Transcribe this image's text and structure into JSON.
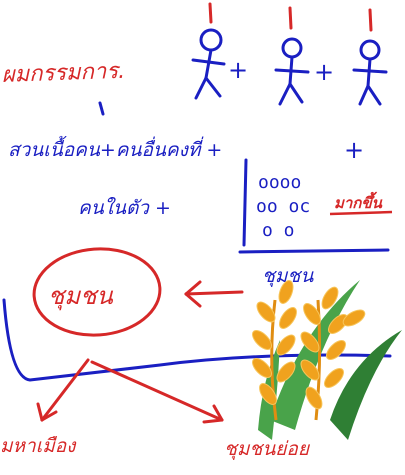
{
  "handwriting": {
    "red_top_left": "ผมกรรมการ.",
    "blue_line_middle": "สวนเนื้อคน+คนอื่นคงที่ +",
    "blue_label_left": "คนในตัว +",
    "ring_text": "ชุมชน",
    "blue_label_under": "ชุมชน",
    "red_label_right_of_dots": "มากขึ้น",
    "red_bottom_left": "มหาเมือง",
    "red_bottom_right": "ชุมชนย่อย"
  },
  "dots_pattern": [
    "oooo",
    "oo oc",
    "o o"
  ],
  "colors": {
    "blue_ink": "#1a1fc2",
    "red_ink": "#d62828",
    "rice_grain": "#f0a21e",
    "rice_grain_light": "#f7c55a",
    "rice_leaf": "#49a34a",
    "rice_leaf_dark": "#2f7f34"
  },
  "icons": [
    "stick-figure",
    "stick-figure",
    "stick-figure",
    "rice-logo"
  ]
}
